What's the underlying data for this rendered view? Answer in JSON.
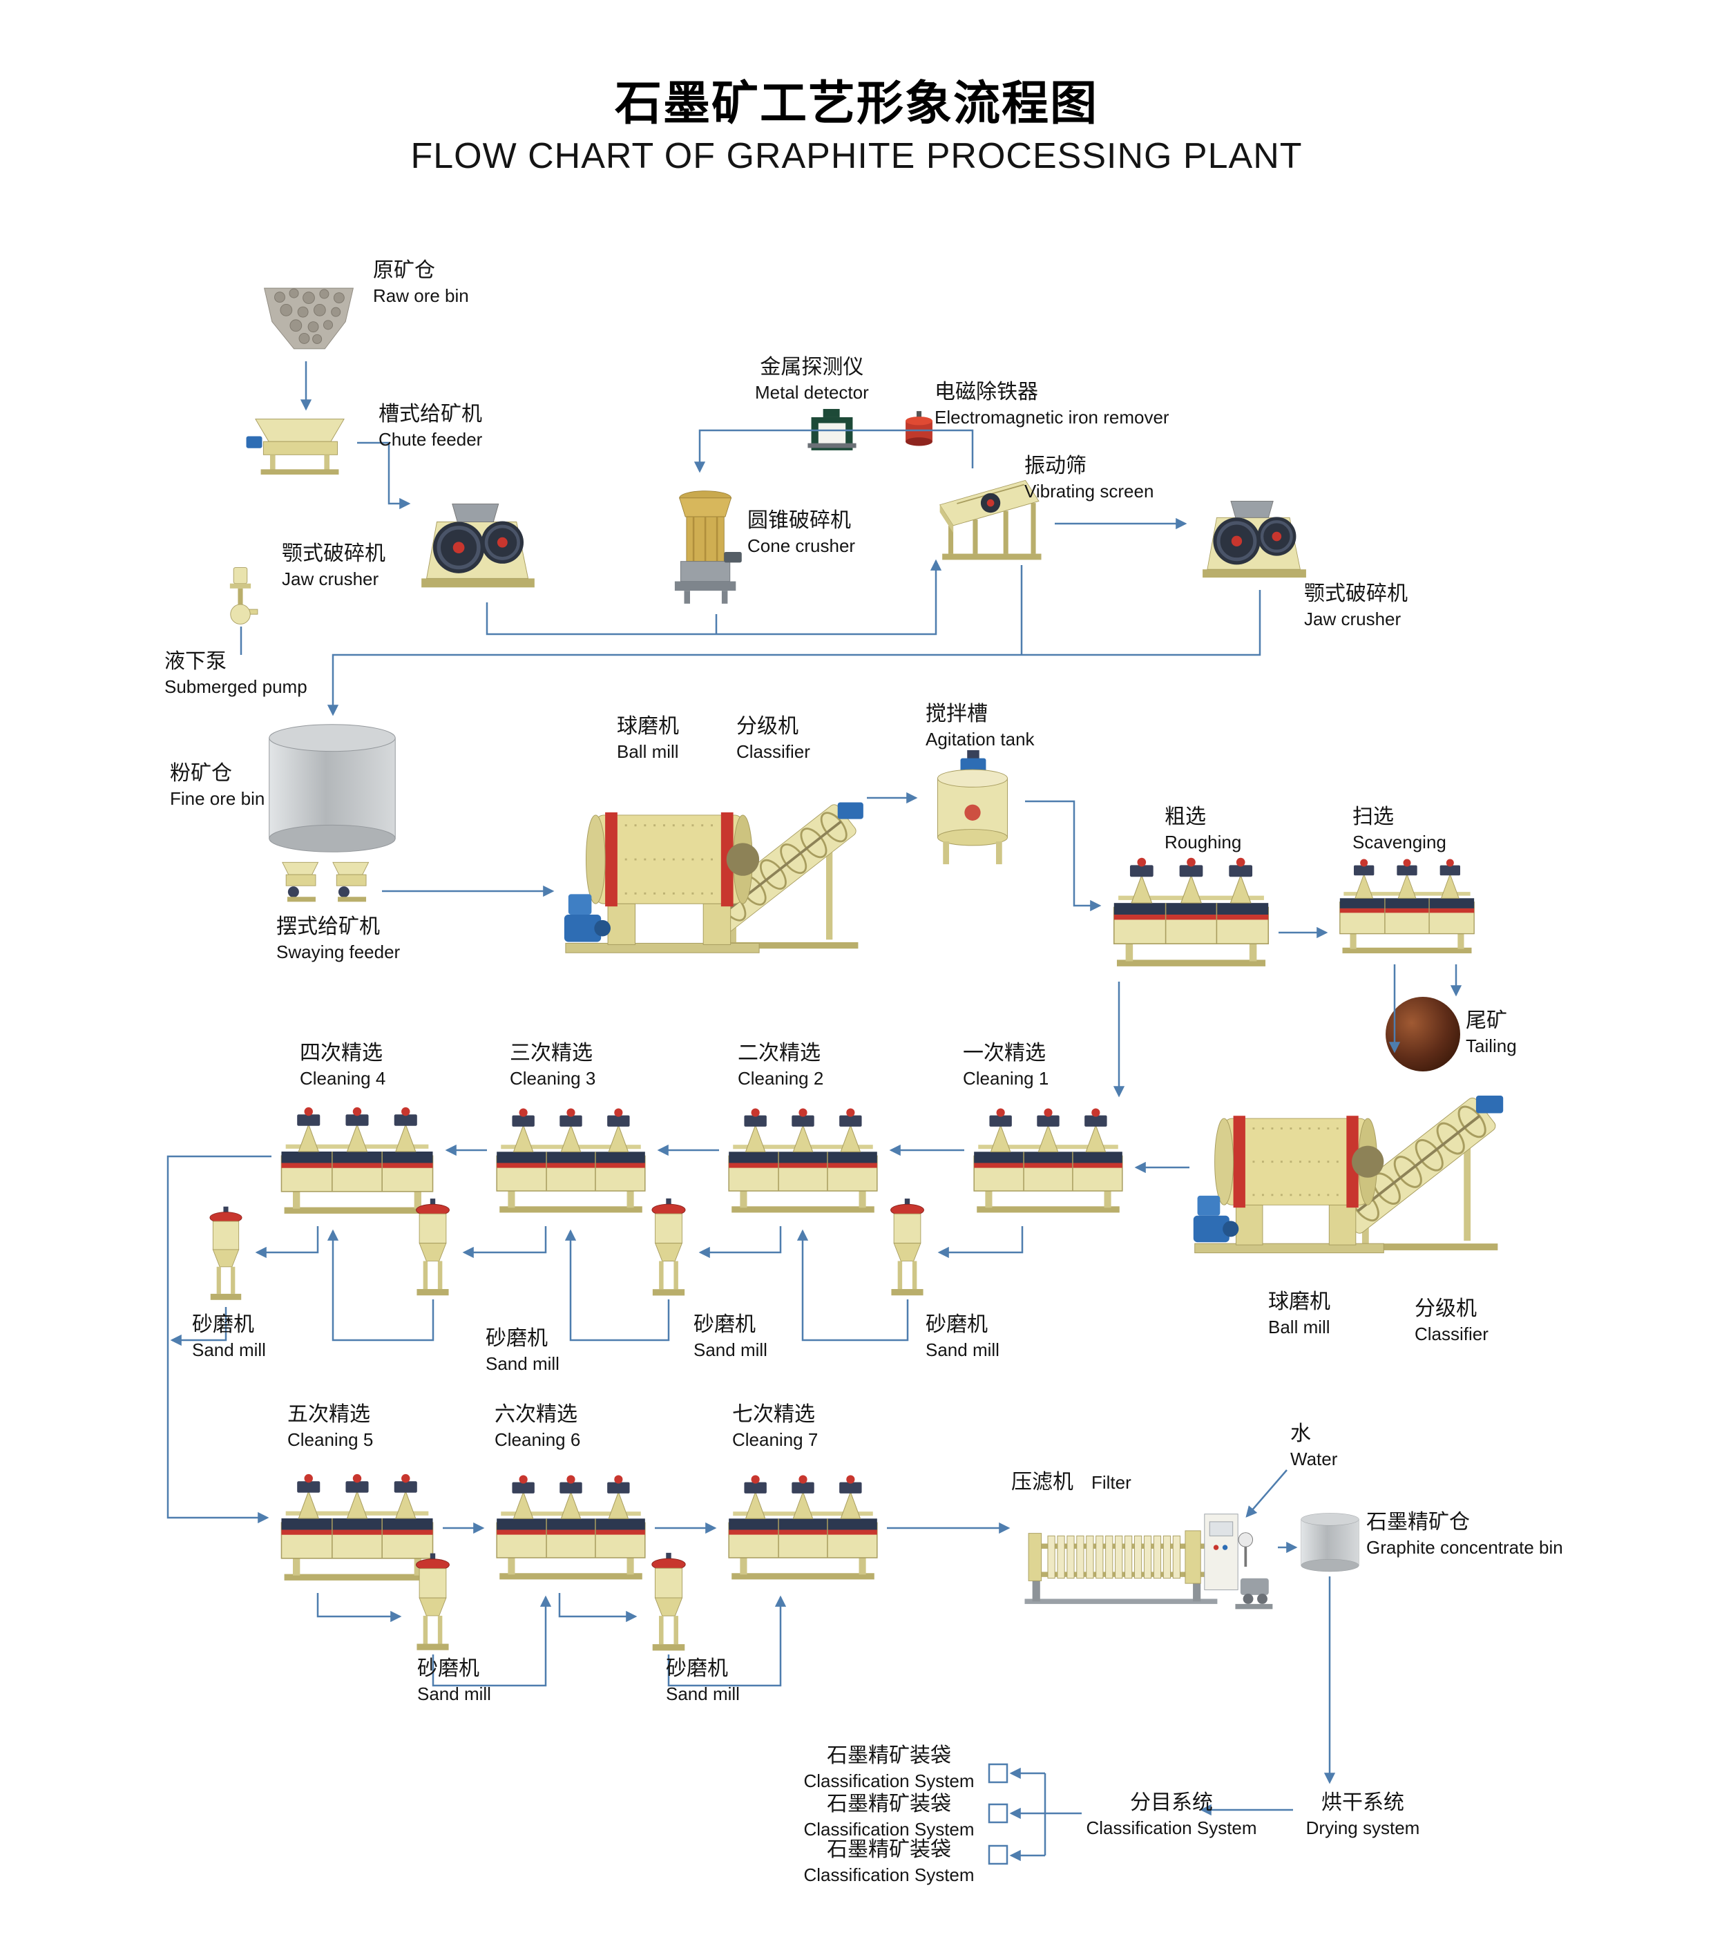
{
  "title": {
    "zh": "石墨矿工艺形象流程图",
    "en": "FLOW CHART OF GRAPHITE PROCESSING PLANT"
  },
  "nodes": [
    {
      "id": "raw-ore-bin",
      "zh": "原矿仓",
      "en": "Raw ore bin"
    },
    {
      "id": "chute-feeder",
      "zh": "槽式给矿机",
      "en": "Chute feeder"
    },
    {
      "id": "jaw-crusher-1",
      "zh": "颚式破碎机",
      "en": "Jaw  crusher"
    },
    {
      "id": "metal-detector",
      "zh": "金属探测仪",
      "en": "Metal detector"
    },
    {
      "id": "iron-remover",
      "zh": "电磁除铁器",
      "en": "Electromagnetic iron remover"
    },
    {
      "id": "cone-crusher",
      "zh": "圆锥破碎机",
      "en": "Cone crusher"
    },
    {
      "id": "vibrating-screen",
      "zh": "振动筛",
      "en": "Vibrating screen"
    },
    {
      "id": "jaw-crusher-2",
      "zh": "颚式破碎机",
      "en": "Jaw crusher"
    },
    {
      "id": "submerged-pump",
      "zh": "液下泵",
      "en": "Submerged pump"
    },
    {
      "id": "fine-ore-bin",
      "zh": "粉矿仓",
      "en": "Fine ore bin"
    },
    {
      "id": "swaying-feeder",
      "zh": "摆式给矿机",
      "en": "Swaying feeder"
    },
    {
      "id": "ball-mill-1",
      "zh": "球磨机",
      "en": "Ball mill"
    },
    {
      "id": "classifier-1",
      "zh": "分级机",
      "en": "Classifier"
    },
    {
      "id": "agitation-tank",
      "zh": "搅拌槽",
      "en": "Agitation tank"
    },
    {
      "id": "roughing",
      "zh": "粗选",
      "en": "Roughing"
    },
    {
      "id": "scavenging",
      "zh": "扫选",
      "en": "Scavenging"
    },
    {
      "id": "tailing",
      "zh": "尾矿",
      "en": "Tailing"
    },
    {
      "id": "cleaning-4",
      "zh": "四次精选",
      "en": "Cleaning 4"
    },
    {
      "id": "cleaning-3",
      "zh": "三次精选",
      "en": "Cleaning 3"
    },
    {
      "id": "cleaning-2",
      "zh": "二次精选",
      "en": "Cleaning 2"
    },
    {
      "id": "cleaning-1",
      "zh": "一次精选",
      "en": "Cleaning 1"
    },
    {
      "id": "sand-mill-1",
      "zh": "砂磨机",
      "en": "Sand mill"
    },
    {
      "id": "sand-mill-2",
      "zh": "砂磨机",
      "en": "Sand mill"
    },
    {
      "id": "sand-mill-3",
      "zh": "砂磨机",
      "en": "Sand mill"
    },
    {
      "id": "sand-mill-4",
      "zh": "砂磨机",
      "en": "Sand mill"
    },
    {
      "id": "ball-mill-2",
      "zh": "球磨机",
      "en": "Ball mill"
    },
    {
      "id": "classifier-2",
      "zh": "分级机",
      "en": "Classifier"
    },
    {
      "id": "cleaning-5",
      "zh": "五次精选",
      "en": "Cleaning 5"
    },
    {
      "id": "cleaning-6",
      "zh": "六次精选",
      "en": "Cleaning 6"
    },
    {
      "id": "cleaning-7",
      "zh": "七次精选",
      "en": "Cleaning 7"
    },
    {
      "id": "sand-mill-5",
      "zh": "砂磨机",
      "en": "Sand mill"
    },
    {
      "id": "sand-mill-6",
      "zh": "砂磨机",
      "en": "Sand mill"
    },
    {
      "id": "filter-press",
      "zh": "压滤机",
      "en": "Filter"
    },
    {
      "id": "water",
      "zh": "水",
      "en": "Water"
    },
    {
      "id": "concentrate-bin",
      "zh": "石墨精矿仓",
      "en": "Graphite concentrate bin"
    },
    {
      "id": "drying-system",
      "zh": "烘干系统",
      "en": "Drying system"
    },
    {
      "id": "classification-system",
      "zh": "分目系统",
      "en": "Classification System"
    },
    {
      "id": "bagging-1",
      "zh": "石墨精矿装袋",
      "en": "Classification System"
    },
    {
      "id": "bagging-2",
      "zh": "石墨精矿装袋",
      "en": "Classification System"
    },
    {
      "id": "bagging-3",
      "zh": "石墨精矿装袋",
      "en": "Classification System"
    }
  ],
  "colors": {
    "flow_line": "#4e7dae",
    "machine_yellow": "#e9e3ae",
    "accent_red": "#c8362e",
    "flotation_navy": "#2c3850",
    "motor_blue": "#2e6db4",
    "bin_gray": "#b3b7ba"
  }
}
